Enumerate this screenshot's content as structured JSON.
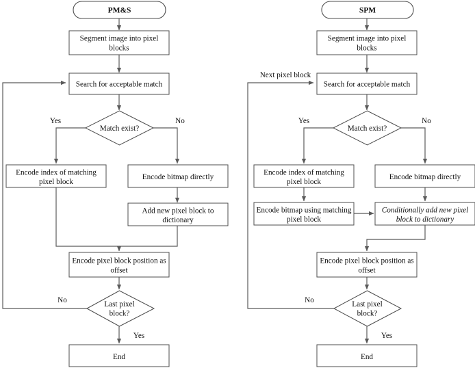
{
  "diagram": {
    "type": "flowchart",
    "panels": [
      {
        "id": "pms",
        "title": "PM&S",
        "nodes": {
          "start": "PM&S",
          "segment": [
            "Segment image into pixel",
            "blocks"
          ],
          "search": [
            "Search for acceptable match"
          ],
          "match_decision": [
            "Match exist?"
          ],
          "encode_index": [
            "Encode index of matching",
            "pixel block"
          ],
          "encode_bitmap": [
            "Encode bitmap directly"
          ],
          "add_block": [
            "Add new pixel block to",
            "dictionary"
          ],
          "encode_offset": [
            "Encode pixel block position as",
            "offset"
          ],
          "last_decision": [
            "Last pixel",
            "block?"
          ],
          "end": [
            "End"
          ]
        },
        "edge_labels": {
          "match_yes": "Yes",
          "match_no": "No",
          "last_no": "No",
          "last_yes": "Yes"
        }
      },
      {
        "id": "spm",
        "title": "SPM",
        "nodes": {
          "start": "SPM",
          "segment": [
            "Segment image into pixel",
            "blocks"
          ],
          "search": [
            "Search for acceptable match"
          ],
          "match_decision": [
            "Match exist?"
          ],
          "encode_index": [
            "Encode index of matching",
            "pixel block"
          ],
          "encode_bitmap": [
            "Encode bitmap directly"
          ],
          "encode_using": [
            "Encode bitmap using matching",
            "pixel block"
          ],
          "cond_add": [
            "Conditionally add new pixel",
            "block to dictionary"
          ],
          "encode_offset": [
            "Encode pixel block position as",
            "offset"
          ],
          "last_decision": [
            "Last pixel",
            "block?"
          ],
          "end": [
            "End"
          ]
        },
        "edge_labels": {
          "next_block": "Next pixel block",
          "match_yes": "Yes",
          "match_no": "No",
          "last_no": "No",
          "last_yes": "Yes"
        }
      }
    ],
    "colors": {
      "background": "#ffffff",
      "node_stroke": "#4c4c4c",
      "edge_stroke": "#5a5a5a",
      "text": "#111111"
    }
  }
}
